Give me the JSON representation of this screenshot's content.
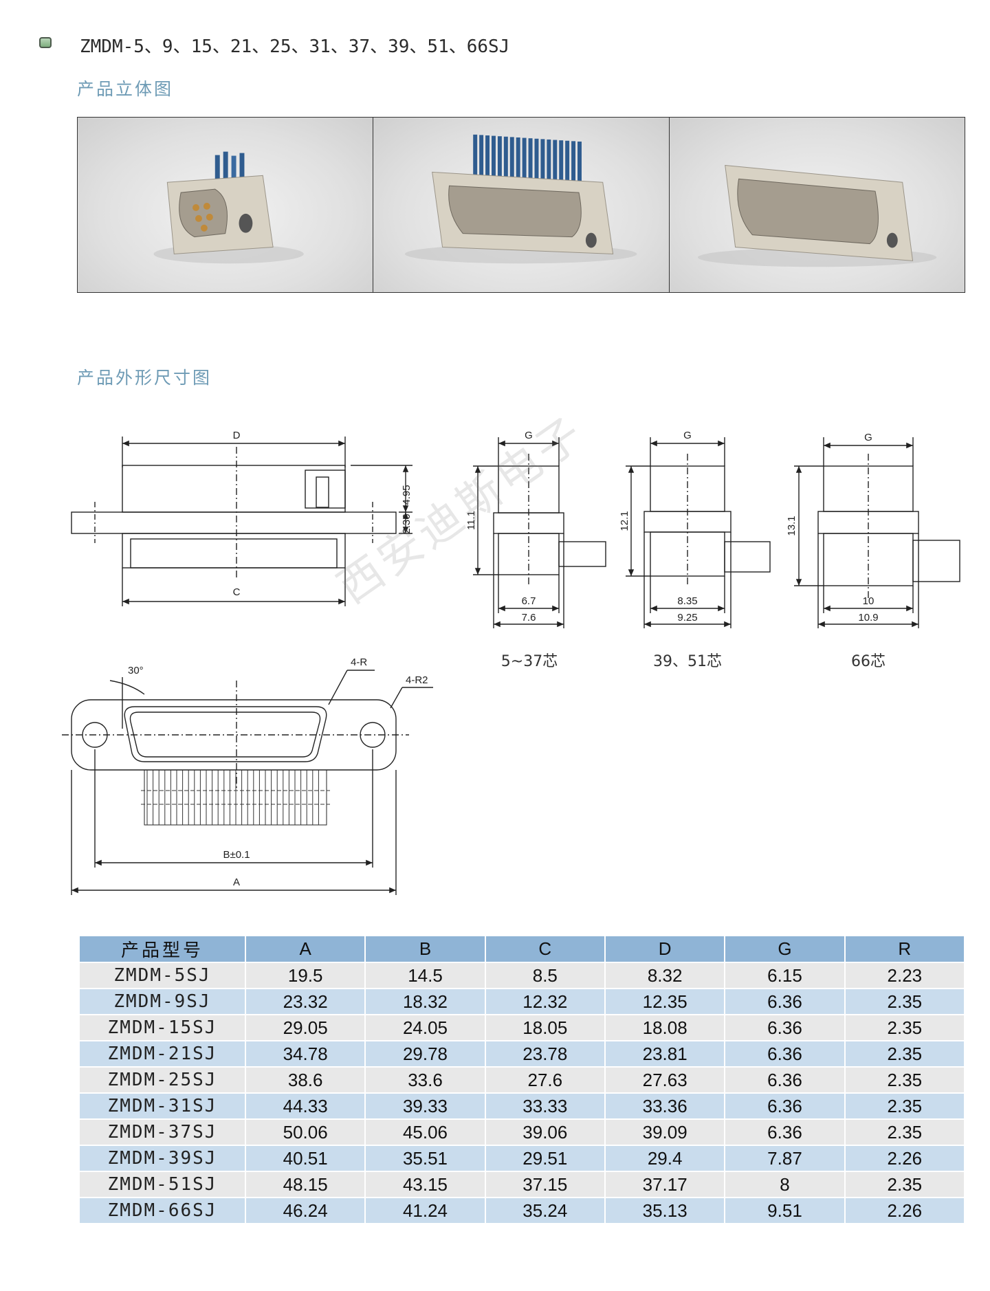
{
  "header": {
    "series_title": "ZMDM-5、9、15、21、25、31、37、39、51、66SJ",
    "icon": "green-square-bullet-icon"
  },
  "sections": {
    "photo_heading": "产品立体图",
    "drawing_heading": "产品外形尺寸图"
  },
  "drawings": {
    "side_view": {
      "top_label": "D",
      "bottom_label": "C",
      "dim_right_1": "4.95",
      "dim_right_2": "2.36"
    },
    "variant_5_37": {
      "g": "G",
      "height": "11.1",
      "inner_width": "6.7",
      "outer_width": "7.6",
      "caption": "5~37芯"
    },
    "variant_39_51": {
      "g": "G",
      "height": "12.1",
      "inner_width": "8.35",
      "outer_width": "9.25",
      "caption": "39、51芯"
    },
    "variant_66": {
      "g": "G",
      "height": "13.1",
      "inner_width": "10",
      "outer_width": "10.9",
      "caption": "66芯"
    },
    "front_view": {
      "angle": "30°",
      "radius_1": "4-R",
      "radius_2": "4-R2",
      "b_label": "B±0.1",
      "a_label": "A"
    }
  },
  "watermark": "西安迪斯电子",
  "table": {
    "headers": [
      "产品型号",
      "A",
      "B",
      "C",
      "D",
      "G",
      "R"
    ],
    "rows": [
      [
        "ZMDM-5SJ",
        "19.5",
        "14.5",
        "8.5",
        "8.32",
        "6.15",
        "2.23"
      ],
      [
        "ZMDM-9SJ",
        "23.32",
        "18.32",
        "12.32",
        "12.35",
        "6.36",
        "2.35"
      ],
      [
        "ZMDM-15SJ",
        "29.05",
        "24.05",
        "18.05",
        "18.08",
        "6.36",
        "2.35"
      ],
      [
        "ZMDM-21SJ",
        "34.78",
        "29.78",
        "23.78",
        "23.81",
        "6.36",
        "2.35"
      ],
      [
        "ZMDM-25SJ",
        "38.6",
        "33.6",
        "27.6",
        "27.63",
        "6.36",
        "2.35"
      ],
      [
        "ZMDM-31SJ",
        "44.33",
        "39.33",
        "33.33",
        "33.36",
        "6.36",
        "2.35"
      ],
      [
        "ZMDM-37SJ",
        "50.06",
        "45.06",
        "39.06",
        "39.09",
        "6.36",
        "2.35"
      ],
      [
        "ZMDM-39SJ",
        "40.51",
        "35.51",
        "29.51",
        "29.4",
        "7.87",
        "2.26"
      ],
      [
        "ZMDM-51SJ",
        "48.15",
        "43.15",
        "37.15",
        "37.17",
        "8",
        "2.35"
      ],
      [
        "ZMDM-66SJ",
        "46.24",
        "41.24",
        "35.24",
        "35.13",
        "9.51",
        "2.26"
      ]
    ]
  },
  "colors": {
    "heading": "#6e9bb5",
    "table_header": "#8fb4d6",
    "row_gray": "#e8e8e8",
    "row_blue": "#c9dced"
  }
}
